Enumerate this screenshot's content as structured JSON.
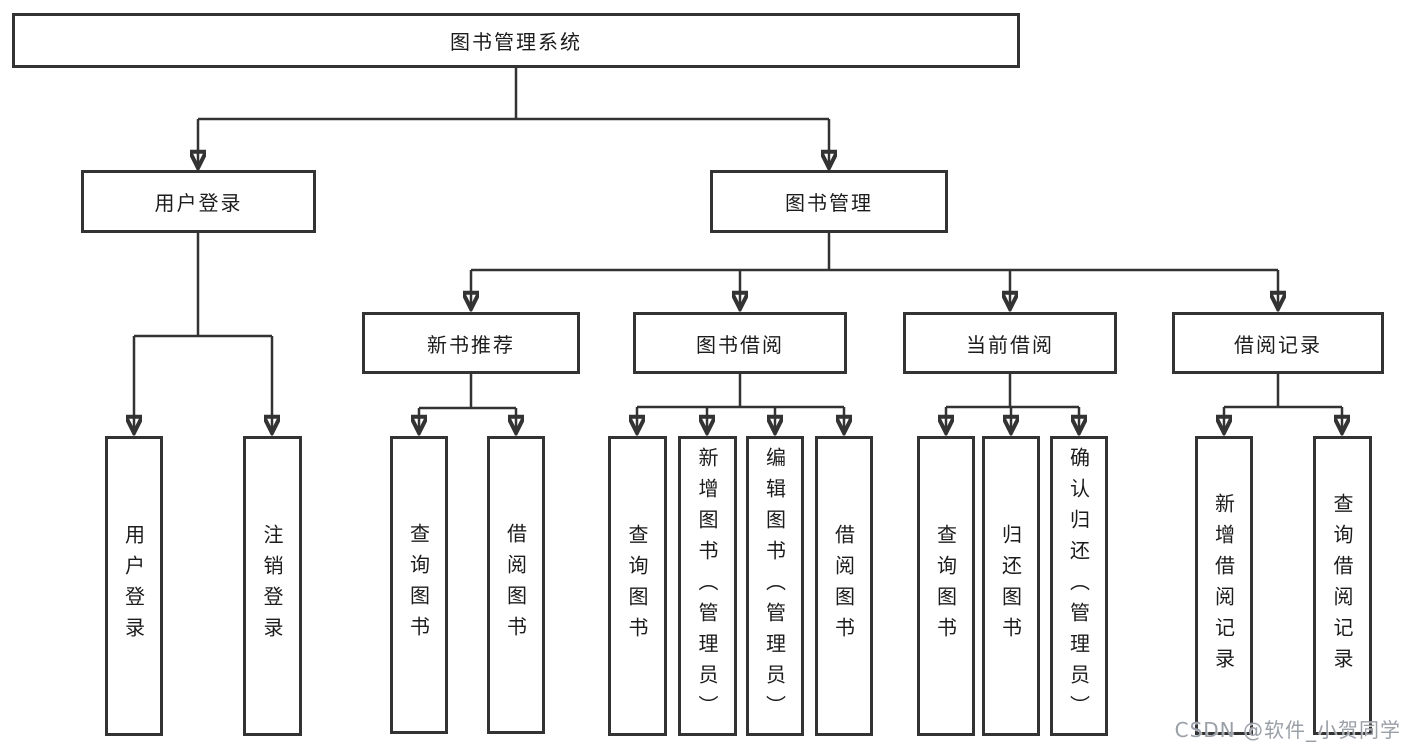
{
  "diagram": {
    "nodes": {
      "root": {
        "label": "图书管理系统"
      },
      "user_login": {
        "label": "用户登录"
      },
      "book_mgmt": {
        "label": "图书管理"
      },
      "new_book_rec": {
        "label": "新书推荐"
      },
      "book_borrow": {
        "label": "图书借阅"
      },
      "current_borrow": {
        "label": "当前借阅"
      },
      "borrow_record": {
        "label": "借阅记录"
      },
      "leaf_user_login": {
        "label": "用户登录"
      },
      "leaf_logout": {
        "label": "注销登录"
      },
      "rec_query_book": {
        "label": "查询图书"
      },
      "rec_borrow_book": {
        "label": "借阅图书"
      },
      "bb_query_book": {
        "label": "查询图书"
      },
      "bb_add_book": {
        "label": "新增图书（管理员）"
      },
      "bb_edit_book": {
        "label": "编辑图书（管理员）"
      },
      "bb_borrow_book": {
        "label": "借阅图书"
      },
      "cb_query_book": {
        "label": "查询图书"
      },
      "cb_return_book": {
        "label": "归还图书"
      },
      "cb_confirm_return": {
        "label": "确认归还（管理员）"
      },
      "br_add_record": {
        "label": "新增借阅记录"
      },
      "br_query_record": {
        "label": "查询借阅记录"
      }
    },
    "colors": {
      "line": "#333333",
      "text": "#1c1c1c",
      "bg": "#ffffff",
      "watermark": "#9aa0a8"
    }
  },
  "watermark": {
    "text": "CSDN @软件_小贺同学"
  }
}
